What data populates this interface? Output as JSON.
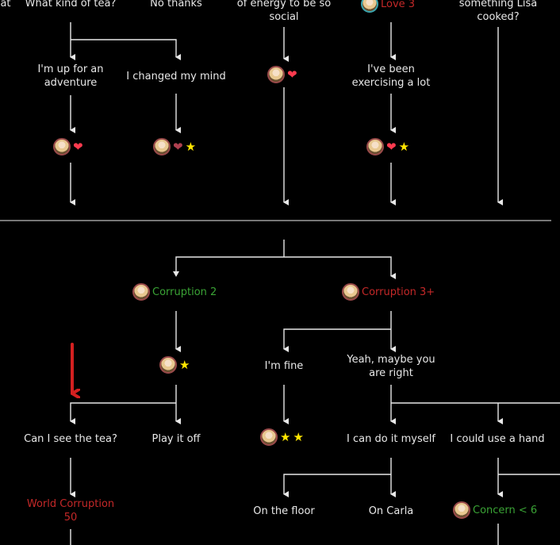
{
  "top": {
    "edge_left": "at",
    "what_tea": "What kind of tea?",
    "no_thanks": "No thanks",
    "energy": "of energy to be so\nsocial",
    "love_req": "Love 3",
    "lisa": "something Lisa\ncooked?",
    "adventure": "I'm up for an\nadventure",
    "changed_mind": "I changed my mind",
    "exercising": "I've been\nexercising a lot"
  },
  "bottom": {
    "corruption2": "Corruption 2",
    "corruption3": "Corruption 3+",
    "im_fine": "I'm fine",
    "maybe_right": "Yeah, maybe you\nare right",
    "see_tea": "Can I see the tea?",
    "play_off": "Play it off",
    "do_myself": "I can do it myself",
    "use_hand": "I could use a hand",
    "world_corruption": "World Corruption\n50",
    "on_floor": "On the floor",
    "on_carla": "On Carla",
    "concern": "Concern < 6"
  },
  "icons": {
    "heart": "heart-icon",
    "broken_heart": "broken-heart-icon",
    "star": "star-icon",
    "avatar": "character-portrait-icon",
    "pointer": "red-pointer-arrow-icon"
  },
  "colors": {
    "background": "#000000",
    "line": "#e8e8e8",
    "requirement_fail": "#c42828",
    "requirement_pass": "#3aa335",
    "pointer_arrow": "#d42020"
  }
}
